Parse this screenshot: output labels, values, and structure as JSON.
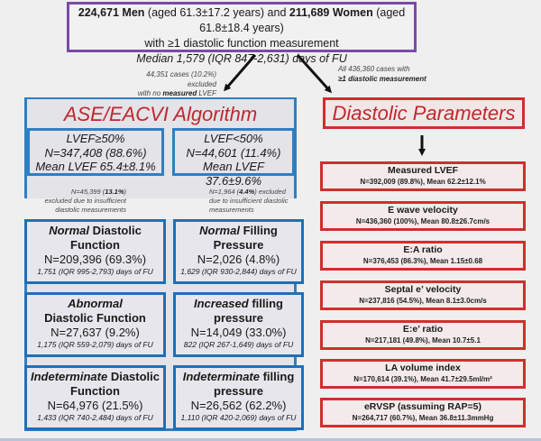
{
  "header": {
    "men_count": "224,671 Men",
    "men_age": " (aged 61.3±17.2 years) and ",
    "women_count": "211,689 Women",
    "women_age": " (aged 61.8±18.4 years)",
    "line2": "with ≥1 diastolic function measurement",
    "line3": "Median 1,579 (IQR 847-2,631) days of  FU"
  },
  "left_note": {
    "line1": "44,351 cases (10.2%)",
    "line2": "excluded",
    "line3_pre": "with no ",
    "line3_bold": "measured",
    "line3_post": " LVEF"
  },
  "right_note": {
    "line1": "All 436,360 cases with",
    "line2": "≥1 diastolic measurement"
  },
  "ase": {
    "title": "ASE/EACVI Algorithm",
    "preserved": {
      "label": "LVEF≥50%",
      "n": "N=347,408 (88.6%)",
      "mean": "Mean LVEF 65.4±8.1%",
      "excl_pre": "N=45,399 (",
      "excl_bold": "13.1%",
      "excl_post": ")",
      "excl_line2": "excluded due to insufficient",
      "excl_line3": "diastolic measurements"
    },
    "reduced": {
      "label": "LVEF<50%",
      "n": "N=44,601 (11.4%)",
      "mean": "Mean LVEF 37.6±9.6%",
      "excl_pre": "N=1,964 (",
      "excl_bold": "4.4%",
      "excl_post": ") excluded",
      "excl_line2": "due to insufficient diastolic",
      "excl_line3": "measurements"
    },
    "left_results": [
      {
        "title_italic": "Normal",
        "title_rest": " Diastolic",
        "title_line2": "Function",
        "n": "N=209,396 (69.3%)",
        "fu": "1,751 (IQR 995-2,793) days of FU"
      },
      {
        "title_italic": "Abnormal",
        "title_rest": "",
        "title_line2": "Diastolic Function",
        "n": "N=27,637 (9.2%)",
        "fu": "1,175 (IQR 559-2,079) days of FU"
      },
      {
        "title_italic": "Indeterminate",
        "title_rest": " Diastolic",
        "title_line2": "Function",
        "n": "N=64,976 (21.5%)",
        "fu": "1,433 (IQR 740-2,484) days of FU"
      }
    ],
    "right_results": [
      {
        "title_italic": "Normal",
        "title_rest": " Filling",
        "title_line2": "Pressure",
        "n": "N=2,026 (4.8%)",
        "fu": "1,629 (IQR 930-2,844) days of FU"
      },
      {
        "title_italic": "Increased",
        "title_rest": " filling",
        "title_line2": "pressure",
        "n": "N=14,049 (33.0%)",
        "fu": "822 (IQR 267-1,649) days of FU"
      },
      {
        "title_italic": "Indeterminate",
        "title_rest": " filling",
        "title_line2": "pressure",
        "n": "N=26,562 (62.2%)",
        "fu": "1,110 (IQR 420-2,069) days of FU"
      }
    ]
  },
  "diastolic": {
    "title": "Diastolic Parameters",
    "params": [
      {
        "name": "Measured LVEF",
        "value": "N=392,009 (89.8%), Mean 62.2±12.1%"
      },
      {
        "name": "E wave velocity",
        "value": "N=436,360 (100%), Mean 80.8±26.7cm/s"
      },
      {
        "name": "E:A ratio",
        "value": "N=376,453 (86.3%), Mean 1.15±0.68"
      },
      {
        "name": "Septal e’ velocity",
        "value": "N=237,816 (54.5%), Mean 8.1±3.0cm/s"
      },
      {
        "name": "E:e’ ratio",
        "value": "N=217,181 (49.8%), Mean 10.7±5.1"
      },
      {
        "name": "LA volume index",
        "value": "N=170,614 (39.1%), Mean 41.7±29.5ml/m²"
      },
      {
        "name": "eRVSP (assuming RAP=5)",
        "value": "N=264,717 (60.7%), Mean 36.8±11.3mmHg"
      }
    ]
  },
  "colors": {
    "header_border": "#7a4aa8",
    "ase_border": "#2f7fc3",
    "diastolic_border": "#cf2f2f",
    "title_red": "#c0282d"
  }
}
